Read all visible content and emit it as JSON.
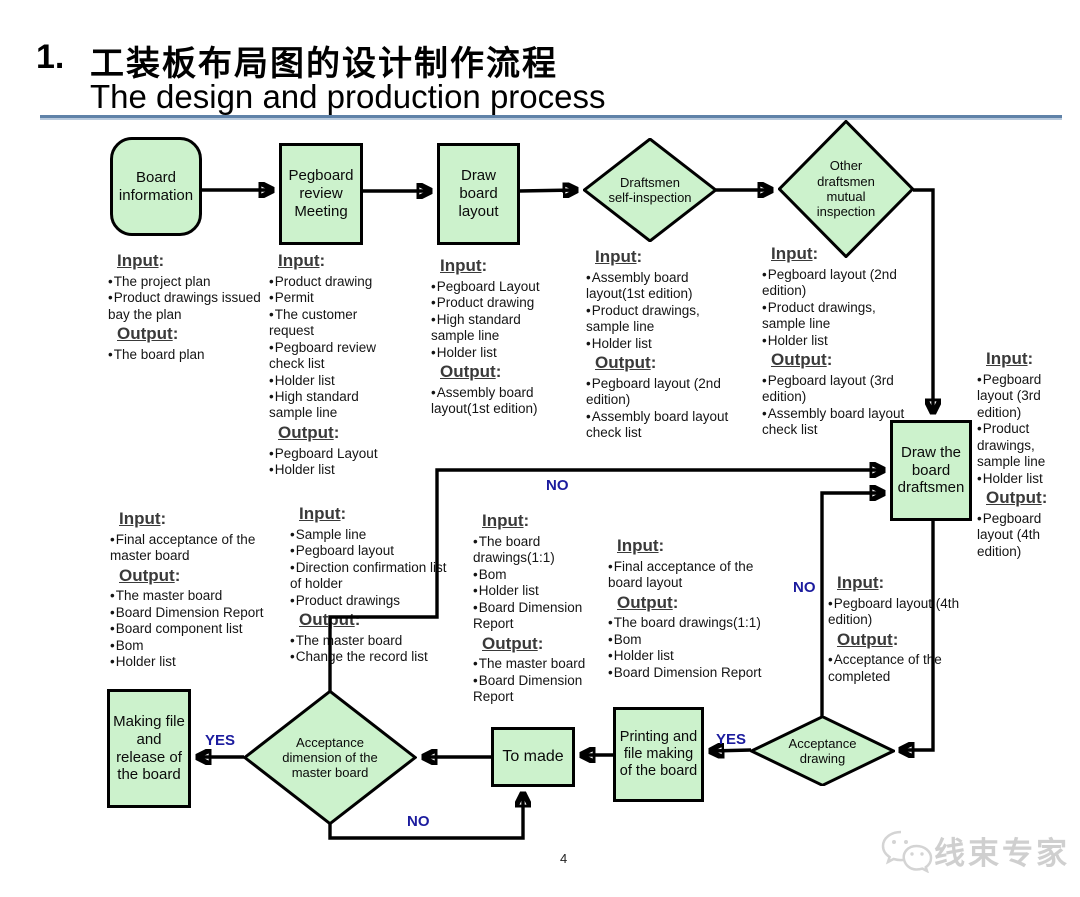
{
  "title": {
    "number": "1.",
    "zh": "工装板布局图的设计制作流程",
    "en": "The design and production process"
  },
  "labels": {
    "input": "Input",
    "output": "Output",
    "colon": ":",
    "yes": "YES",
    "no": "NO"
  },
  "page_number": "4",
  "watermark": {
    "text": "线束专家"
  },
  "colors": {
    "node_fill": "#ccf2cc",
    "node_border": "#000000",
    "decision_label_color": "#1b1b9e",
    "divider": "#5f82a8"
  },
  "nodes": {
    "board_information": "Board information",
    "pegboard_review": "Pegboard review Meeting",
    "draw_board_layout": "Draw board layout",
    "draftsmen_self": "Draftsmen self-inspection",
    "other_draftsmen": "Other draftsmen mutual inspection",
    "draw_the_board": "Draw the board draftsmen",
    "making_file": "Making file and release of the board",
    "acceptance_dimension": "Acceptance dimension of the master board",
    "to_made": "To made",
    "printing_file": "Printing and file making of the board",
    "acceptance_drawing": "Acceptance drawing"
  },
  "io": {
    "b1": {
      "input": [
        "The project plan",
        "Product drawings issued bay the plan"
      ],
      "output": [
        "The board plan"
      ]
    },
    "b2": {
      "input": [
        "Product drawing",
        "Permit",
        "The customer request",
        "Pegboard review check list",
        "Holder list",
        "High standard sample line"
      ],
      "output": [
        "Pegboard Layout",
        "Holder list"
      ]
    },
    "b3": {
      "input": [
        "Pegboard Layout",
        "Product drawing",
        "High standard sample line",
        "Holder list"
      ],
      "output": [
        "Assembly board layout(1st edition)"
      ]
    },
    "b4": {
      "input": [
        "Assembly board layout(1st edition)",
        "Product drawings, sample line",
        "Holder list"
      ],
      "output": [
        "Pegboard layout (2nd edition)",
        "Assembly board layout check list"
      ]
    },
    "b5": {
      "input": [
        "Pegboard layout (2nd edition)",
        "Product drawings, sample line",
        "Holder list"
      ],
      "output": [
        "Pegboard layout (3rd edition)",
        "Assembly board layout check list"
      ]
    },
    "b6": {
      "input": [
        "Pegboard layout (3rd edition)",
        "Product drawings, sample line",
        "Holder list"
      ],
      "output": [
        "Pegboard layout (4th edition)"
      ]
    },
    "b7": {
      "input": [
        "Final acceptance of the master board"
      ],
      "output": [
        "The master board",
        "Board Dimension Report",
        "Board component list",
        "Bom",
        "Holder list"
      ]
    },
    "b8": {
      "input": [
        "Sample line",
        "Pegboard layout",
        "Direction confirmation list of holder",
        "Product drawings"
      ],
      "output": [
        "The master board",
        "Change the record list"
      ]
    },
    "b9": {
      "input": [
        "The board drawings(1:1)",
        "Bom",
        "Holder list",
        "Board Dimension Report"
      ],
      "output": [
        "The master board",
        "Board Dimension Report"
      ]
    },
    "b10": {
      "input": [
        "Final acceptance of the board layout"
      ],
      "output": [
        "The board drawings(1:1)",
        "Bom",
        "Holder list",
        "Board Dimension Report"
      ]
    },
    "b11": {
      "input": [
        "Pegboard layout (4th edition)"
      ],
      "output": [
        "Acceptance of the completed"
      ]
    }
  }
}
